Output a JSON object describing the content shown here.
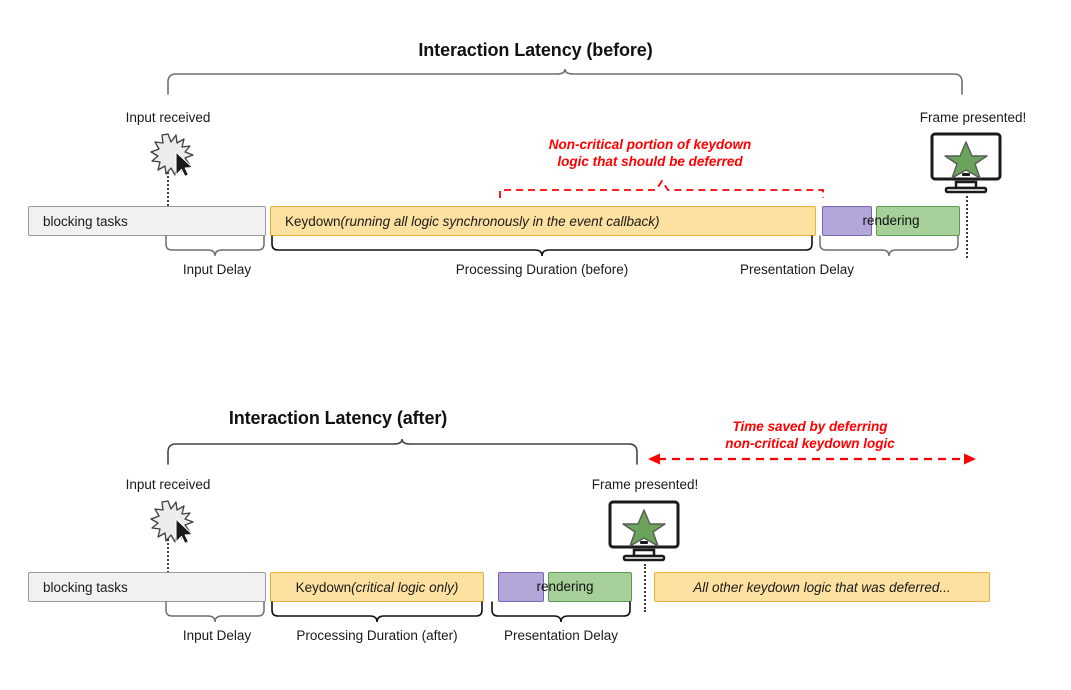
{
  "diagram": {
    "title_icon": "timeline-diagram",
    "accent_red": "#ff0000",
    "colors": {
      "blocking": "#f1f1f1",
      "keydown": "#fde1a0",
      "purple": "#b3a6d9",
      "green": "#a6cf9a",
      "brace_gray": "#6f6f6f",
      "brace_black": "#111111"
    }
  },
  "before": {
    "title": "Interaction Latency (before)",
    "input_label": "Input received",
    "frame_label": "Frame presented!",
    "red_note_line1": "Non-critical portion of keydown",
    "red_note_line2": "logic that should be deferred",
    "bars": {
      "blocking": "blocking tasks",
      "keydown_prefix": "Keydown ",
      "keydown_italic": "(running all logic synchronously in the event callback)",
      "rendering": "rendering"
    },
    "braces": {
      "input_delay": "Input Delay",
      "processing": "Processing Duration (before)",
      "presentation": "Presentation Delay"
    }
  },
  "after": {
    "title": "Interaction Latency (after)",
    "input_label": "Input received",
    "frame_label": "Frame presented!",
    "red_note_line1": "Time saved by deferring",
    "red_note_line2": "non-critical keydown logic",
    "bars": {
      "blocking": "blocking tasks",
      "keydown_prefix": "Keydown ",
      "keydown_italic": "(critical logic only)",
      "rendering": "rendering",
      "deferred": "All other keydown logic that was deferred..."
    },
    "braces": {
      "input_delay": "Input Delay",
      "processing": "Processing Duration (after)",
      "presentation": "Presentation Delay"
    }
  }
}
